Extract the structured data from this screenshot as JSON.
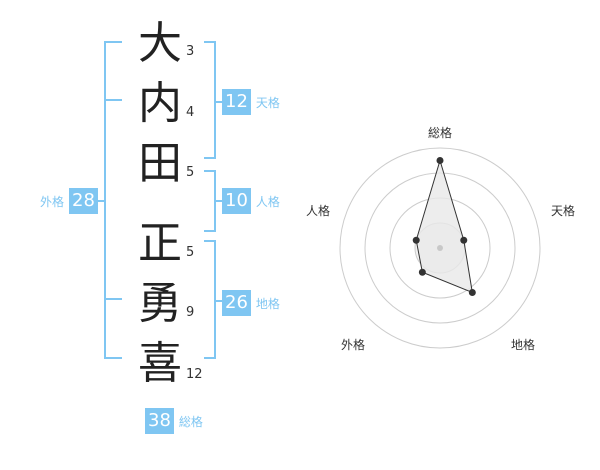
{
  "name_chars": [
    {
      "char": "大",
      "strokes": "3"
    },
    {
      "char": "内",
      "strokes": "4"
    },
    {
      "char": "田",
      "strokes": "5"
    },
    {
      "char": "正",
      "strokes": "5"
    },
    {
      "char": "勇",
      "strokes": "9"
    },
    {
      "char": "喜",
      "strokes": "12"
    }
  ],
  "fortunes": {
    "tenkaku": {
      "value": "12",
      "label": "天格"
    },
    "jinkaku": {
      "value": "10",
      "label": "人格"
    },
    "chikaku": {
      "value": "26",
      "label": "地格"
    },
    "gaikaku": {
      "value": "28",
      "label": "外格"
    },
    "soukaku": {
      "value": "38",
      "label": "総格"
    }
  },
  "radar": {
    "axis_labels": {
      "top": "総格",
      "upper_right": "天格",
      "lower_right": "地格",
      "lower_left": "外格",
      "upper_left": "人格"
    },
    "levels": 4,
    "values": {
      "top": 3.5,
      "upper_right": 1.0,
      "lower_right": 2.2,
      "lower_left": 1.2,
      "upper_left": 1.0
    },
    "colors": {
      "ring": "#cccccc",
      "fill": "#e8e8e8",
      "line": "#333333",
      "dot": "#333333",
      "center": "#c8c8c8"
    }
  },
  "colors": {
    "accent": "#7fc6f2"
  }
}
